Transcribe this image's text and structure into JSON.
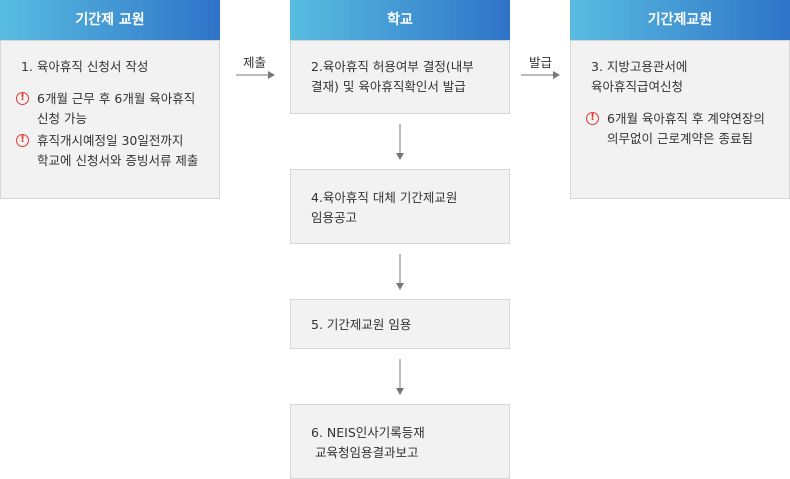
{
  "columns": {
    "left": {
      "title": "기간제 교원",
      "step": "1. 육아휴직 신청서 작성",
      "notes": [
        {
          "line1": "6개월 근무 후 6개월 육아휴직",
          "line2": "신청 가능"
        },
        {
          "line1": "휴직개시예정일 30일전까지",
          "line2": "학교에 신청서와 증빙서류 제출"
        }
      ]
    },
    "middle": {
      "title": "학교",
      "boxes": [
        {
          "line1": "2.육아휴직 허용여부 결정(내부",
          "line2": "결재) 및 육아휴직확인서 발급"
        },
        {
          "line1": "4.육아휴직 대체 기간제교원",
          "line2": "임용공고"
        },
        {
          "line1": "5. 기간제교원 임용",
          "line2": ""
        },
        {
          "line1": "6. NEIS인사기록등재",
          "line2": " 교육청임용결과보고"
        }
      ]
    },
    "right": {
      "title": "기간제교원",
      "step_line1": "3. 지방고용관서에",
      "step_line2": "육아휴직급여신청",
      "note": {
        "line1": "6개월 육아휴직 후 계약연장의",
        "line2": "의무없이 근로계약은 종료됨"
      }
    }
  },
  "arrows": {
    "submit_label": "제출",
    "issue_label": "발급"
  },
  "colors": {
    "header_start": "#58bde0",
    "header_end": "#2f73c8",
    "panel_bg": "#f2f2f2",
    "warning": "#e53935",
    "arrow": "#777777"
  }
}
